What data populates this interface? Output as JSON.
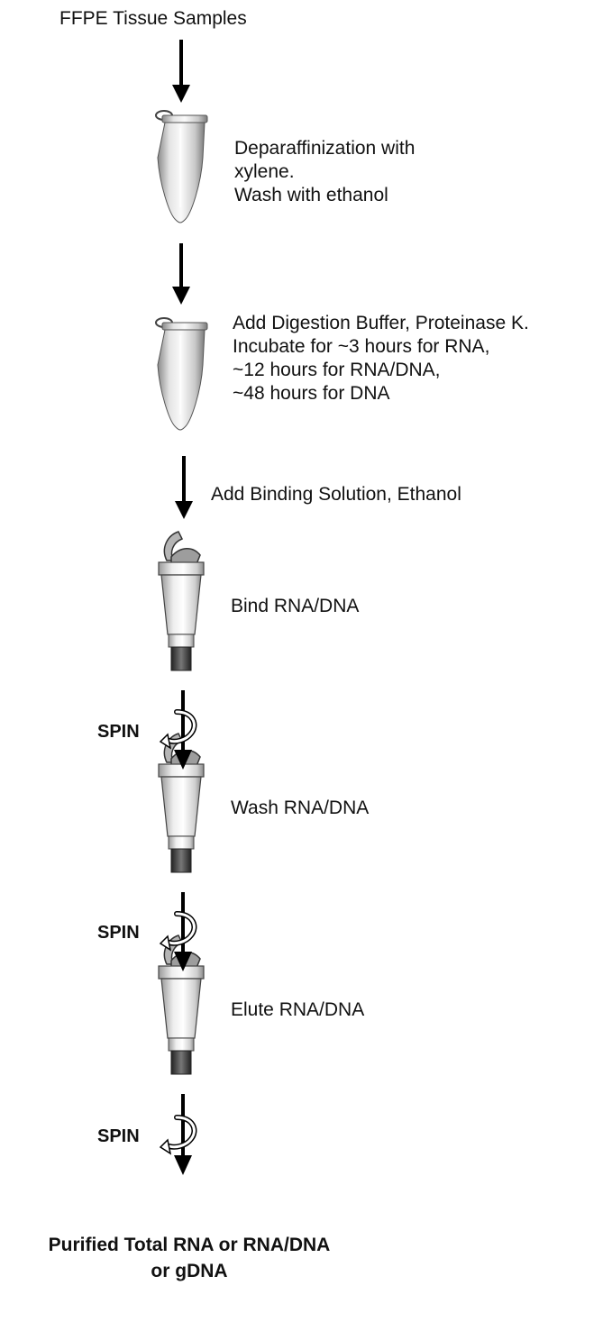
{
  "title": "FFPE Tissue Samples",
  "steps": [
    {
      "label": "Deparaffinization with\nxylene.\nWash with ethanol"
    },
    {
      "label": "Add Digestion Buffer, Proteinase K.\nIncubate for ~3 hours for RNA,\n~12 hours for RNA/DNA,\n~48 hours for DNA"
    },
    {
      "label": "Add Binding Solution, Ethanol"
    },
    {
      "label": "Bind RNA/DNA"
    },
    {
      "label": "Wash RNA/DNA"
    },
    {
      "label": "Elute RNA/DNA"
    }
  ],
  "spin_label": "SPIN",
  "result": "Purified Total RNA or RNA/DNA\nor gDNA",
  "icons": [
    "microcentrifuge-tube-icon",
    "spin-column-icon",
    "rotation-arrow-icon",
    "down-arrow-icon"
  ]
}
